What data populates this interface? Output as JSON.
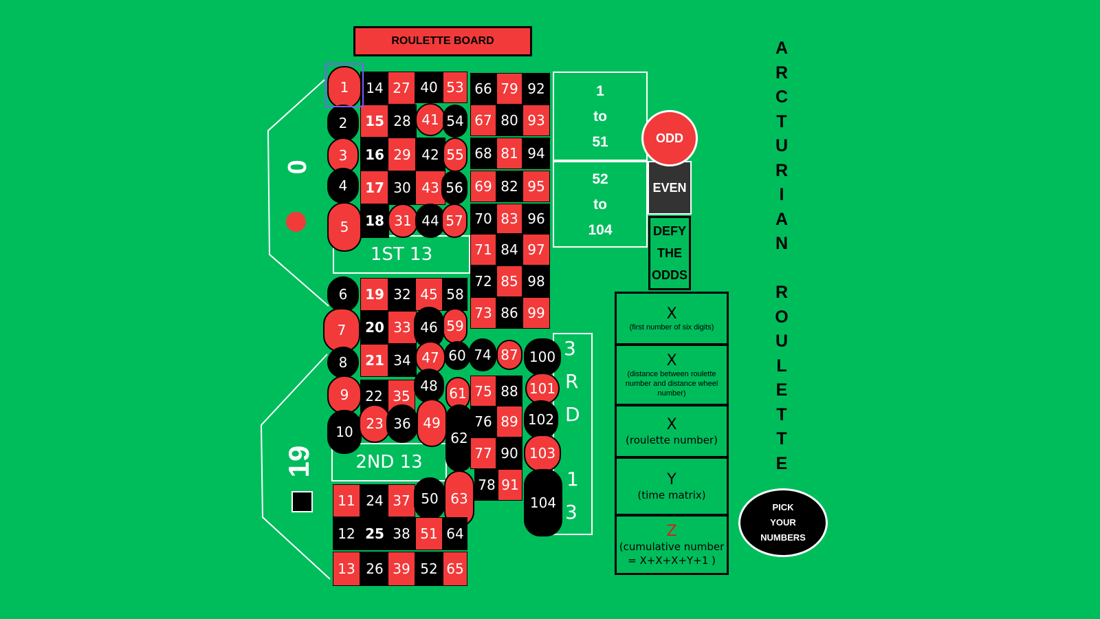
{
  "title": "ROULETTE BOARD",
  "zero_label": "0",
  "nineteen_label": "19",
  "dozens": [
    "1ST 13",
    "2ND 13"
  ],
  "third_vertical": [
    "3",
    "R",
    "D",
    "1",
    "3"
  ],
  "range_boxes": [
    {
      "lines": [
        "1",
        "to",
        "51"
      ]
    },
    {
      "lines": [
        "52",
        "to",
        "104"
      ]
    }
  ],
  "odd": "ODD",
  "even": "EVEN",
  "defy": [
    "DEFY",
    "THE",
    "ODDS"
  ],
  "formula": [
    {
      "var": "X",
      "desc": "(first number of six digits)"
    },
    {
      "var": "X",
      "desc": "(distance between roulette number and distance wheel number)"
    },
    {
      "var": "X",
      "desc": "(roulette number)"
    },
    {
      "var": "Y",
      "desc": "(time matrix)"
    },
    {
      "var": "Z",
      "desc": "(cumulative number",
      "desc2": "= X+X+X+Y+1 )"
    }
  ],
  "vertical_title": [
    "A",
    "R",
    "C",
    "T",
    "U",
    "R",
    "I",
    "A",
    "N",
    "",
    "R",
    "O",
    "U",
    "L",
    "E",
    "T",
    "T",
    "E"
  ],
  "pick_button": [
    "PICK",
    "YOUR",
    "NUMBERS"
  ],
  "colors": {
    "background": "#00bd5c",
    "red": "#f23a3a",
    "black": "#000000",
    "selection": "#7b5cff",
    "z_accent": "#d11f1f"
  },
  "numbers": [
    {
      "n": "1",
      "c": "red"
    },
    {
      "n": "2",
      "c": "black"
    },
    {
      "n": "3",
      "c": "red"
    },
    {
      "n": "4",
      "c": "black"
    },
    {
      "n": "5",
      "c": "red"
    },
    {
      "n": "6",
      "c": "black"
    },
    {
      "n": "7",
      "c": "red"
    },
    {
      "n": "8",
      "c": "black"
    },
    {
      "n": "9",
      "c": "red"
    },
    {
      "n": "10",
      "c": "black"
    },
    {
      "n": "11",
      "c": "red"
    },
    {
      "n": "12",
      "c": "black"
    },
    {
      "n": "13",
      "c": "red"
    },
    {
      "n": "14",
      "c": "black"
    },
    {
      "n": "15",
      "c": "red"
    },
    {
      "n": "16",
      "c": "black"
    },
    {
      "n": "17",
      "c": "red"
    },
    {
      "n": "18",
      "c": "black"
    },
    {
      "n": "19",
      "c": "red"
    },
    {
      "n": "20",
      "c": "black"
    },
    {
      "n": "21",
      "c": "red"
    },
    {
      "n": "22",
      "c": "black"
    },
    {
      "n": "23",
      "c": "red"
    },
    {
      "n": "24",
      "c": "black"
    },
    {
      "n": "25",
      "c": "black"
    },
    {
      "n": "26",
      "c": "black"
    },
    {
      "n": "27",
      "c": "red"
    },
    {
      "n": "28",
      "c": "black"
    },
    {
      "n": "29",
      "c": "red"
    },
    {
      "n": "30",
      "c": "black"
    },
    {
      "n": "31",
      "c": "red"
    },
    {
      "n": "32",
      "c": "black"
    },
    {
      "n": "33",
      "c": "red"
    },
    {
      "n": "34",
      "c": "black"
    },
    {
      "n": "35",
      "c": "red"
    },
    {
      "n": "36",
      "c": "black"
    },
    {
      "n": "37",
      "c": "red"
    },
    {
      "n": "38",
      "c": "black"
    },
    {
      "n": "39",
      "c": "red"
    },
    {
      "n": "40",
      "c": "black"
    },
    {
      "n": "41",
      "c": "red"
    },
    {
      "n": "42",
      "c": "black"
    },
    {
      "n": "43",
      "c": "red"
    },
    {
      "n": "44",
      "c": "black"
    },
    {
      "n": "45",
      "c": "red"
    },
    {
      "n": "46",
      "c": "black"
    },
    {
      "n": "47",
      "c": "red"
    },
    {
      "n": "48",
      "c": "black"
    },
    {
      "n": "49",
      "c": "red"
    },
    {
      "n": "50",
      "c": "black"
    },
    {
      "n": "51",
      "c": "red"
    },
    {
      "n": "52",
      "c": "black"
    },
    {
      "n": "53",
      "c": "red"
    },
    {
      "n": "54",
      "c": "black"
    },
    {
      "n": "55",
      "c": "red"
    },
    {
      "n": "56",
      "c": "black"
    },
    {
      "n": "57",
      "c": "red"
    },
    {
      "n": "58",
      "c": "black"
    },
    {
      "n": "59",
      "c": "red"
    },
    {
      "n": "60",
      "c": "black"
    },
    {
      "n": "61",
      "c": "red"
    },
    {
      "n": "62",
      "c": "black"
    },
    {
      "n": "63",
      "c": "red"
    },
    {
      "n": "64",
      "c": "black"
    },
    {
      "n": "65",
      "c": "red"
    },
    {
      "n": "66",
      "c": "black"
    },
    {
      "n": "67",
      "c": "red"
    },
    {
      "n": "68",
      "c": "black"
    },
    {
      "n": "69",
      "c": "red"
    },
    {
      "n": "70",
      "c": "black"
    },
    {
      "n": "71",
      "c": "red"
    },
    {
      "n": "72",
      "c": "black"
    },
    {
      "n": "73",
      "c": "red"
    },
    {
      "n": "74",
      "c": "black"
    },
    {
      "n": "75",
      "c": "red"
    },
    {
      "n": "76",
      "c": "black"
    },
    {
      "n": "77",
      "c": "red"
    },
    {
      "n": "78",
      "c": "black"
    },
    {
      "n": "79",
      "c": "red"
    },
    {
      "n": "80",
      "c": "black"
    },
    {
      "n": "81",
      "c": "red"
    },
    {
      "n": "82",
      "c": "black"
    },
    {
      "n": "83",
      "c": "red"
    },
    {
      "n": "84",
      "c": "black"
    },
    {
      "n": "85",
      "c": "red"
    },
    {
      "n": "86",
      "c": "black"
    },
    {
      "n": "87",
      "c": "red"
    },
    {
      "n": "88",
      "c": "black"
    },
    {
      "n": "89",
      "c": "red"
    },
    {
      "n": "90",
      "c": "black"
    },
    {
      "n": "91",
      "c": "red"
    },
    {
      "n": "92",
      "c": "black"
    },
    {
      "n": "93",
      "c": "red"
    },
    {
      "n": "94",
      "c": "black"
    },
    {
      "n": "95",
      "c": "red"
    },
    {
      "n": "96",
      "c": "black"
    },
    {
      "n": "97",
      "c": "red"
    },
    {
      "n": "98",
      "c": "black"
    },
    {
      "n": "99",
      "c": "red"
    },
    {
      "n": "100",
      "c": "black"
    },
    {
      "n": "101",
      "c": "red"
    },
    {
      "n": "102",
      "c": "black"
    },
    {
      "n": "103",
      "c": "red"
    },
    {
      "n": "104",
      "c": "black"
    }
  ]
}
